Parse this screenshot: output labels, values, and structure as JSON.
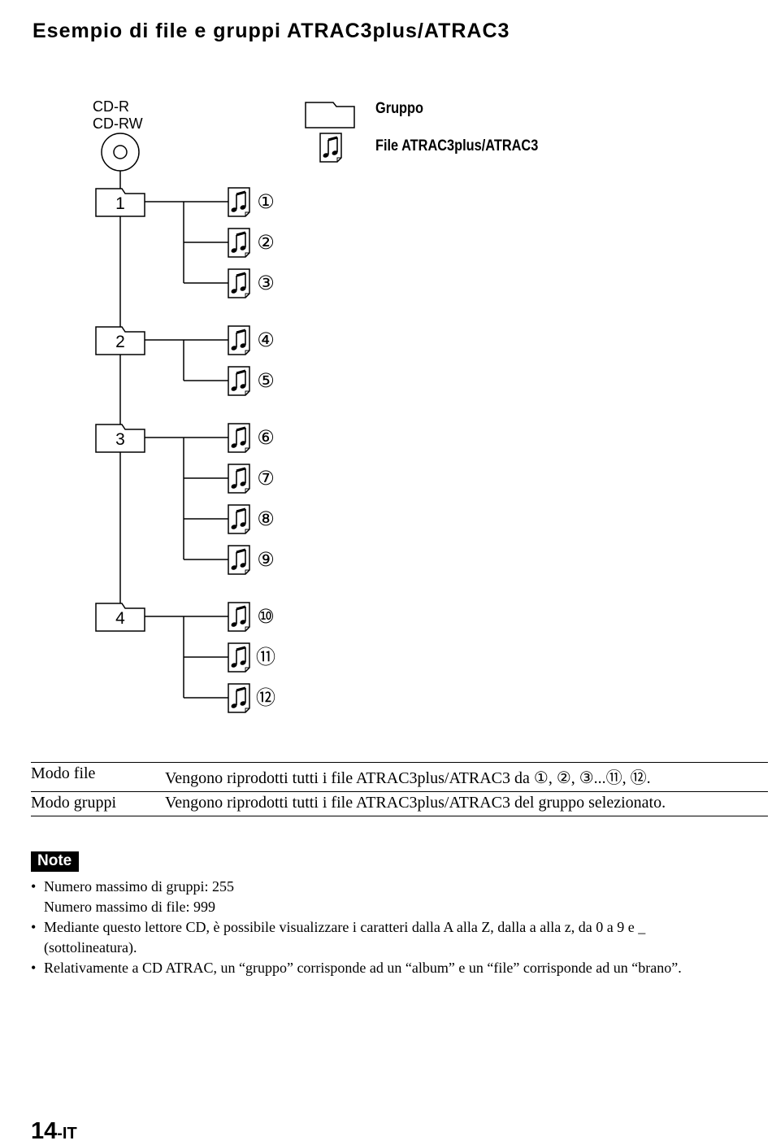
{
  "title": "Esempio di file e gruppi ATRAC3plus/ATRAC3",
  "diagram": {
    "disc_label_1": "CD-R",
    "disc_label_2": "CD-RW",
    "legend": {
      "group_label": "Gruppo",
      "file_label": "File ATRAC3plus/ATRAC3"
    },
    "groups": [
      {
        "label": "1",
        "files": [
          "①",
          "②",
          "③"
        ]
      },
      {
        "label": "2",
        "files": [
          "④",
          "⑤"
        ]
      },
      {
        "label": "3",
        "files": [
          "⑥",
          "⑦",
          "⑧",
          "⑨"
        ]
      },
      {
        "label": "4",
        "files": [
          "⑩",
          "⑪",
          "⑫"
        ]
      }
    ],
    "icons": {
      "disc": "cd-disc-icon",
      "group": "folder-icon",
      "file": "music-file-icon"
    }
  },
  "modes": [
    {
      "name": "Modo file",
      "description": "Vengono riprodotti tutti i file ATRAC3plus/ATRAC3 da ①, ②, ③...⑪, ⑫."
    },
    {
      "name": "Modo gruppi",
      "description": "Vengono riprodotti tutti i file ATRAC3plus/ATRAC3 del gruppo selezionato."
    }
  ],
  "note": {
    "label": "Note",
    "items": [
      {
        "lines": [
          "Numero massimo di gruppi: 255",
          "Numero massimo di file: 999"
        ]
      },
      {
        "lines": [
          "Mediante questo lettore CD, è possibile visualizzare i caratteri dalla A alla Z, dalla a alla z, da 0 a 9 e _",
          "(sottolineatura)."
        ]
      },
      {
        "lines": [
          "Relativamente a CD ATRAC, un “gruppo” corrisponde ad un “album” e un “file” corrisponde ad un “brano”."
        ]
      }
    ]
  },
  "page_number": {
    "number": "14",
    "suffix": "-IT"
  }
}
